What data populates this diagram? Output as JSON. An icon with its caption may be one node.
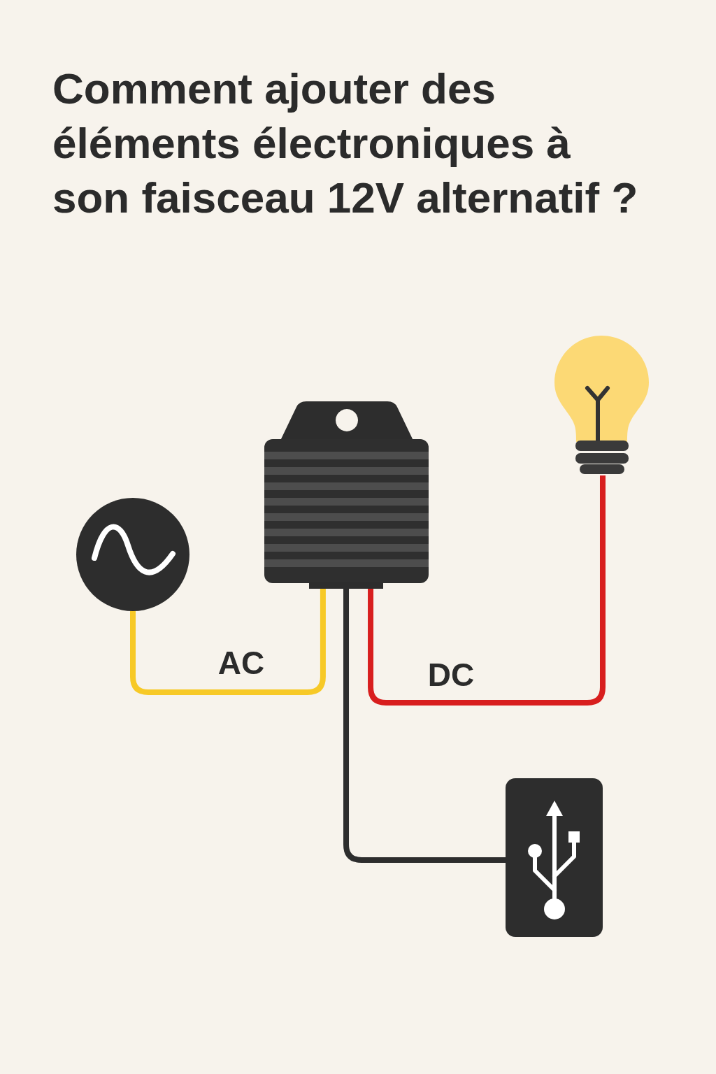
{
  "diagram": {
    "title": "Comment ajouter des éléments électroniques à son faisceau 12V alternatif ?",
    "nodes": [
      {
        "text": [],
        "shape": "picture"
      },
      {
        "text": [],
        "shape": "picture"
      },
      {
        "text": [],
        "shape": "picture"
      },
      {
        "text": [],
        "shape": "picture"
      }
    ],
    "edges": [
      {
        "from": 0,
        "to": 1,
        "arrow": "none",
        "label": "AC",
        "color": "#f7c927"
      },
      {
        "from": 1,
        "to": 2,
        "arrow": "none",
        "label": "DC",
        "color": "#d81e1e"
      },
      {
        "from": 1,
        "to": 3,
        "arrow": "none",
        "color": "#2d2d2d"
      }
    ]
  }
}
